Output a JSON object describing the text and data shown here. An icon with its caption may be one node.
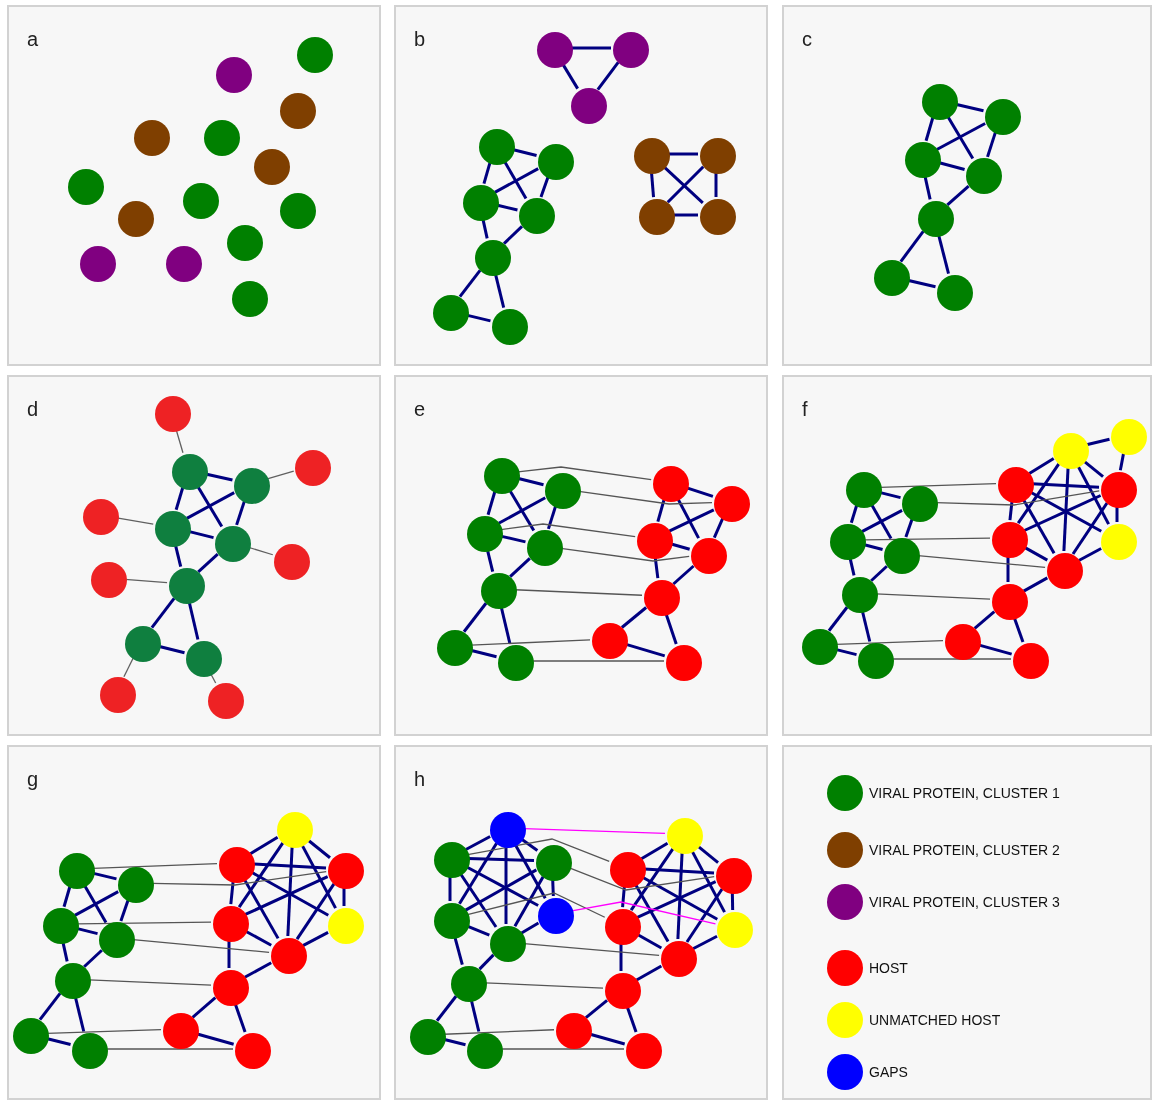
{
  "diagram": {
    "nodes": [
      {
        "text": [
          "a"
        ]
      },
      {
        "text": [],
        "shape": "circle",
        "in": 0
      },
      {
        "text": [],
        "shape": "circle",
        "in": 0
      },
      {
        "text": [],
        "shape": "circle",
        "in": 0
      },
      {
        "text": [],
        "shape": "circle",
        "in": 0
      },
      {
        "text": [],
        "shape": "circle",
        "in": 0
      },
      {
        "text": [],
        "shape": "circle",
        "in": 0
      },
      {
        "text": [],
        "shape": "circle",
        "in": 0
      },
      {
        "text": [],
        "shape": "circle",
        "in": 0
      },
      {
        "text": [],
        "shape": "circle",
        "in": 0
      },
      {
        "text": [],
        "shape": "circle",
        "in": 0
      },
      {
        "text": [],
        "shape": "circle",
        "in": 0
      },
      {
        "text": [],
        "shape": "circle",
        "in": 0
      },
      {
        "text": [],
        "shape": "circle",
        "in": 0
      },
      {
        "text": [],
        "shape": "circle",
        "in": 0
      },
      {
        "text": [
          "b"
        ]
      },
      {
        "text": [],
        "shape": "circle",
        "in": 15
      },
      {
        "text": [],
        "shape": "circle",
        "in": 15
      },
      {
        "text": [],
        "shape": "circle",
        "in": 15
      },
      {
        "text": [],
        "shape": "circle",
        "in": 15
      },
      {
        "text": [],
        "shape": "circle",
        "in": 15
      },
      {
        "text": [],
        "shape": "circle",
        "in": 15
      },
      {
        "text": [],
        "shape": "circle",
        "in": 15
      },
      {
        "text": [],
        "shape": "circle",
        "in": 15
      },
      {
        "text": [],
        "shape": "circle",
        "in": 15
      },
      {
        "text": [],
        "shape": "circle",
        "in": 15
      },
      {
        "text": [],
        "shape": "circle",
        "in": 15
      },
      {
        "text": [],
        "shape": "circle",
        "in": 15
      },
      {
        "text": [],
        "shape": "circle",
        "in": 15
      },
      {
        "text": [],
        "shape": "circle",
        "in": 15
      },
      {
        "text": [
          "c"
        ]
      },
      {
        "text": [],
        "shape": "circle",
        "in": 30
      },
      {
        "text": [],
        "shape": "circle",
        "in": 30
      },
      {
        "text": [],
        "shape": "circle",
        "in": 30
      },
      {
        "text": [],
        "shape": "circle",
        "in": 30
      },
      {
        "text": [],
        "shape": "circle",
        "in": 30
      },
      {
        "text": [],
        "shape": "circle",
        "in": 30
      },
      {
        "text": [],
        "shape": "circle",
        "in": 30
      },
      {
        "text": [
          "d"
        ]
      },
      {
        "text": [],
        "shape": "circle",
        "in": 38
      },
      {
        "text": [],
        "shape": "circle",
        "in": 38
      },
      {
        "text": [],
        "shape": "circle",
        "in": 38
      },
      {
        "text": [],
        "shape": "circle",
        "in": 38
      },
      {
        "text": [],
        "shape": "circle",
        "in": 38
      },
      {
        "text": [],
        "shape": "circle",
        "in": 38
      },
      {
        "text": [],
        "shape": "circle",
        "in": 38
      },
      {
        "text": [],
        "shape": "circle",
        "in": 38
      },
      {
        "text": [],
        "shape": "circle",
        "in": 38
      },
      {
        "text": [],
        "shape": "circle",
        "in": 38
      },
      {
        "text": [],
        "shape": "circle",
        "in": 38
      },
      {
        "text": [],
        "shape": "circle",
        "in": 38
      },
      {
        "text": [],
        "shape": "circle",
        "in": 38
      },
      {
        "text": [],
        "shape": "circle",
        "in": 38
      },
      {
        "text": [
          "e"
        ]
      },
      {
        "text": [],
        "shape": "circle",
        "in": 53
      },
      {
        "text": [],
        "shape": "circle",
        "in": 53
      },
      {
        "text": [],
        "shape": "circle",
        "in": 53
      },
      {
        "text": [],
        "shape": "circle",
        "in": 53
      },
      {
        "text": [],
        "shape": "circle",
        "in": 53
      },
      {
        "text": [],
        "shape": "circle",
        "in": 53
      },
      {
        "text": [],
        "shape": "circle",
        "in": 53
      },
      {
        "text": [],
        "shape": "circle",
        "in": 53
      },
      {
        "text": [],
        "shape": "circle",
        "in": 53
      },
      {
        "text": [],
        "shape": "circle",
        "in": 53
      },
      {
        "text": [],
        "shape": "circle",
        "in": 53
      },
      {
        "text": [],
        "shape": "circle",
        "in": 53
      },
      {
        "text": [],
        "shape": "circle",
        "in": 53
      },
      {
        "text": [],
        "shape": "circle",
        "in": 53
      },
      {
        "text": [
          "f"
        ]
      },
      {
        "text": [],
        "shape": "circle",
        "in": 68
      },
      {
        "text": [],
        "shape": "circle",
        "in": 68
      },
      {
        "text": [],
        "shape": "circle",
        "in": 68
      },
      {
        "text": [],
        "shape": "circle",
        "in": 68
      },
      {
        "text": [],
        "shape": "circle",
        "in": 68
      },
      {
        "text": [],
        "shape": "circle",
        "in": 68
      },
      {
        "text": [],
        "shape": "circle",
        "in": 68
      },
      {
        "text": [],
        "shape": "circle",
        "in": 68
      },
      {
        "text": [],
        "shape": "circle",
        "in": 68
      },
      {
        "text": [],
        "shape": "circle",
        "in": 68
      },
      {
        "text": [],
        "shape": "circle",
        "in": 68
      },
      {
        "text": [],
        "shape": "circle",
        "in": 68
      },
      {
        "text": [],
        "shape": "circle",
        "in": 68
      },
      {
        "text": [],
        "shape": "circle",
        "in": 68
      },
      {
        "text": [],
        "shape": "circle",
        "in": 68
      },
      {
        "text": [],
        "shape": "circle",
        "in": 68
      },
      {
        "text": [],
        "shape": "circle",
        "in": 68
      },
      {
        "text": [
          "g"
        ]
      },
      {
        "text": [],
        "shape": "circle",
        "in": 86
      },
      {
        "text": [],
        "shape": "circle",
        "in": 86
      },
      {
        "text": [],
        "shape": "circle",
        "in": 86
      },
      {
        "text": [],
        "shape": "circle",
        "in": 86
      },
      {
        "text": [],
        "shape": "circle",
        "in": 86
      },
      {
        "text": [],
        "shape": "circle",
        "in": 86
      },
      {
        "text": [],
        "shape": "circle",
        "in": 86
      },
      {
        "text": [],
        "shape": "circle",
        "in": 86
      },
      {
        "text": [],
        "shape": "circle",
        "in": 86
      },
      {
        "text": [],
        "shape": "circle",
        "in": 86
      },
      {
        "text": [],
        "shape": "circle",
        "in": 86
      },
      {
        "text": [],
        "shape": "circle",
        "in": 86
      },
      {
        "text": [],
        "shape": "circle",
        "in": 86
      },
      {
        "text": [],
        "shape": "circle",
        "in": 86
      },
      {
        "text": [],
        "shape": "circle",
        "in": 86
      },
      {
        "text": [],
        "shape": "circle",
        "in": 86
      },
      {
        "text": [
          "h"
        ]
      },
      {
        "text": [],
        "shape": "circle",
        "in": 103
      },
      {
        "text": [],
        "shape": "circle",
        "in": 103
      },
      {
        "text": [],
        "shape": "circle",
        "in": 103
      },
      {
        "text": [],
        "shape": "circle",
        "in": 103
      },
      {
        "text": [],
        "shape": "circle",
        "in": 103
      },
      {
        "text": [],
        "shape": "circle",
        "in": 103
      },
      {
        "text": [],
        "shape": "circle",
        "in": 103
      },
      {
        "text": [],
        "shape": "circle",
        "in": 103
      },
      {
        "text": [],
        "shape": "circle",
        "in": 103
      },
      {
        "text": [],
        "shape": "circle",
        "in": 103
      },
      {
        "text": [],
        "shape": "circle",
        "in": 103
      },
      {
        "text": [],
        "shape": "circle",
        "in": 103
      },
      {
        "text": [],
        "shape": "circle",
        "in": 103
      },
      {
        "text": [],
        "shape": "circle",
        "in": 103
      },
      {
        "text": [],
        "shape": "circle",
        "in": 103
      },
      {
        "text": [],
        "shape": "circle",
        "in": 103
      },
      {
        "text": [],
        "shape": "circle",
        "in": 103
      },
      {
        "text": [],
        "shape": "circle",
        "in": 103
      }
    ],
    "edges": [
      {
        "from": 16,
        "to": 17,
        "arrow": "none"
      },
      {
        "from": 16,
        "to": 18,
        "arrow": "none"
      },
      {
        "from": 17,
        "to": 18,
        "arrow": "none"
      },
      {
        "from": 19,
        "to": 20,
        "arrow": "none"
      },
      {
        "from": 19,
        "to": 21,
        "arrow": "none"
      },
      {
        "from": 19,
        "to": 22,
        "arrow": "none"
      },
      {
        "from": 20,
        "to": 21,
        "arrow": "none"
      },
      {
        "from": 20,
        "to": 22,
        "arrow": "none"
      },
      {
        "from": 21,
        "to": 22,
        "arrow": "none"
      },
      {
        "from": 21,
        "to": 23,
        "arrow": "none"
      },
      {
        "from": 22,
        "to": 23,
        "arrow": "none"
      },
      {
        "from": 23,
        "to": 24,
        "arrow": "none"
      },
      {
        "from": 23,
        "to": 25,
        "arrow": "none"
      },
      {
        "from": 24,
        "to": 25,
        "arrow": "none"
      },
      {
        "from": 26,
        "to": 27,
        "arrow": "none"
      },
      {
        "from": 26,
        "to": 28,
        "arrow": "none"
      },
      {
        "from": 26,
        "to": 29,
        "arrow": "none"
      },
      {
        "from": 27,
        "to": 28,
        "arrow": "none"
      },
      {
        "from": 27,
        "to": 29,
        "arrow": "none"
      },
      {
        "from": 28,
        "to": 29,
        "arrow": "none"
      },
      {
        "from": 31,
        "to": 32,
        "arrow": "none"
      },
      {
        "from": 31,
        "to": 33,
        "arrow": "none"
      },
      {
        "from": 31,
        "to": 34,
        "arrow": "none"
      },
      {
        "from": 32,
        "to": 33,
        "arrow": "none"
      },
      {
        "from": 32,
        "to": 34,
        "arrow": "none"
      },
      {
        "from": 33,
        "to": 34,
        "arrow": "none"
      },
      {
        "from": 33,
        "to": 35,
        "arrow": "none"
      },
      {
        "from": 34,
        "to": 35,
        "arrow": "none"
      },
      {
        "from": 35,
        "to": 36,
        "arrow": "none"
      },
      {
        "from": 35,
        "to": 37,
        "arrow": "none"
      },
      {
        "from": 36,
        "to": 37,
        "arrow": "none"
      },
      {
        "from": 41,
        "to": 42,
        "arrow": "none"
      },
      {
        "from": 41,
        "to": 44,
        "arrow": "none"
      },
      {
        "from": 41,
        "to": 45,
        "arrow": "none"
      },
      {
        "from": 42,
        "to": 44,
        "arrow": "none"
      },
      {
        "from": 42,
        "to": 45,
        "arrow": "none"
      },
      {
        "from": 44,
        "to": 45,
        "arrow": "none"
      },
      {
        "from": 44,
        "to": 48,
        "arrow": "none"
      },
      {
        "from": 45,
        "to": 48,
        "arrow": "none"
      },
      {
        "from": 48,
        "to": 49,
        "arrow": "none"
      },
      {
        "from": 48,
        "to": 50,
        "arrow": "none"
      },
      {
        "from": 49,
        "to": 50,
        "arrow": "none"
      },
      {
        "from": 39,
        "to": 41,
        "arrow": "none",
        "color": "#606060"
      },
      {
        "from": 40,
        "to": 42,
        "arrow": "none",
        "color": "#606060"
      },
      {
        "from": 43,
        "to": 44,
        "arrow": "none",
        "color": "#606060"
      },
      {
        "from": 46,
        "to": 45,
        "arrow": "none",
        "color": "#606060"
      },
      {
        "from": 47,
        "to": 48,
        "arrow": "none",
        "color": "#606060"
      },
      {
        "from": 51,
        "to": 49,
        "arrow": "none",
        "color": "#606060"
      },
      {
        "from": 52,
        "to": 50,
        "arrow": "none",
        "color": "#606060"
      },
      {
        "from": 54,
        "to": 55,
        "arrow": "none"
      },
      {
        "from": 54,
        "to": 56,
        "arrow": "none"
      },
      {
        "from": 54,
        "to": 57,
        "arrow": "none"
      },
      {
        "from": 55,
        "to": 56,
        "arrow": "none"
      },
      {
        "from": 55,
        "to": 57,
        "arrow": "none"
      },
      {
        "from": 56,
        "to": 57,
        "arrow": "none"
      },
      {
        "from": 56,
        "to": 58,
        "arrow": "none"
      },
      {
        "from": 57,
        "to": 58,
        "arrow": "none"
      },
      {
        "from": 58,
        "to": 59,
        "arrow": "none"
      },
      {
        "from": 58,
        "to": 60,
        "arrow": "none"
      },
      {
        "from": 59,
        "to": 60,
        "arrow": "none"
      },
      {
        "from": 61,
        "to": 62,
        "arrow": "none"
      },
      {
        "from": 61,
        "to": 63,
        "arrow": "none"
      },
      {
        "from": 61,
        "to": 64,
        "arrow": "none"
      },
      {
        "from": 62,
        "to": 63,
        "arrow": "none"
      },
      {
        "from": 62,
        "to": 64,
        "arrow": "none"
      },
      {
        "from": 63,
        "to": 64,
        "arrow": "none"
      },
      {
        "from": 63,
        "to": 65,
        "arrow": "none"
      },
      {
        "from": 64,
        "to": 65,
        "arrow": "none"
      },
      {
        "from": 65,
        "to": 66,
        "arrow": "none"
      },
      {
        "from": 65,
        "to": 67,
        "arrow": "none"
      },
      {
        "from": 66,
        "to": 67,
        "arrow": "none"
      },
      {
        "from": 54,
        "to": 61,
        "arrow": "none",
        "color": "#555555"
      },
      {
        "from": 55,
        "to": 62,
        "arrow": "none",
        "color": "#555555"
      },
      {
        "from": 56,
        "to": 63,
        "arrow": "none",
        "color": "#555555"
      },
      {
        "from": 57,
        "to": 64,
        "arrow": "none",
        "color": "#555555"
      },
      {
        "from": 58,
        "to": 65,
        "arrow": "none",
        "color": "#555555"
      },
      {
        "from": 59,
        "to": 66,
        "arrow": "none",
        "color": "#555555"
      },
      {
        "from": 60,
        "to": 67,
        "arrow": "none",
        "color": "#555555"
      },
      {
        "from": 69,
        "to": 70,
        "arrow": "none"
      },
      {
        "from": 69,
        "to": 71,
        "arrow": "none"
      },
      {
        "from": 69,
        "to": 72,
        "arrow": "none"
      },
      {
        "from": 70,
        "to": 71,
        "arrow": "none"
      },
      {
        "from": 70,
        "to": 72,
        "arrow": "none"
      },
      {
        "from": 71,
        "to": 72,
        "arrow": "none"
      },
      {
        "from": 71,
        "to": 73,
        "arrow": "none"
      },
      {
        "from": 72,
        "to": 73,
        "arrow": "none"
      },
      {
        "from": 73,
        "to": 74,
        "arrow": "none"
      },
      {
        "from": 73,
        "to": 75,
        "arrow": "none"
      },
      {
        "from": 74,
        "to": 75,
        "arrow": "none"
      },
      {
        "from": 76,
        "to": 77,
        "arrow": "none"
      },
      {
        "from": 76,
        "to": 78,
        "arrow": "none"
      },
      {
        "from": 76,
        "to": 79,
        "arrow": "none"
      },
      {
        "from": 77,
        "to": 78,
        "arrow": "none"
      },
      {
        "from": 77,
        "to": 79,
        "arrow": "none"
      },
      {
        "from": 78,
        "to": 79,
        "arrow": "none"
      },
      {
        "from": 78,
        "to": 80,
        "arrow": "none"
      },
      {
        "from": 79,
        "to": 80,
        "arrow": "none"
      },
      {
        "from": 80,
        "to": 81,
        "arrow": "none"
      },
      {
        "from": 80,
        "to": 82,
        "arrow": "none"
      },
      {
        "from": 81,
        "to": 82,
        "arrow": "none"
      },
      {
        "from": 83,
        "to": 76,
        "arrow": "none"
      },
      {
        "from": 83,
        "to": 77,
        "arrow": "none"
      },
      {
        "from": 83,
        "to": 78,
        "arrow": "none"
      },
      {
        "from": 83,
        "to": 79,
        "arrow": "none"
      },
      {
        "from": 83,
        "to": 85,
        "arrow": "none"
      },
      {
        "from": 83,
        "to": 84,
        "arrow": "none"
      },
      {
        "from": 84,
        "to": 77,
        "arrow": "none"
      },
      {
        "from": 85,
        "to": 76,
        "arrow": "none"
      },
      {
        "from": 85,
        "to": 77,
        "arrow": "none"
      },
      {
        "from": 85,
        "to": 79,
        "arrow": "none"
      },
      {
        "from": 69,
        "to": 76,
        "arrow": "none",
        "color": "#555555"
      },
      {
        "from": 70,
        "to": 77,
        "arrow": "none",
        "color": "#555555"
      },
      {
        "from": 71,
        "to": 78,
        "arrow": "none",
        "color": "#555555"
      },
      {
        "from": 72,
        "to": 79,
        "arrow": "none",
        "color": "#555555"
      },
      {
        "from": 73,
        "to": 80,
        "arrow": "none",
        "color": "#555555"
      },
      {
        "from": 74,
        "to": 81,
        "arrow": "none",
        "color": "#555555"
      },
      {
        "from": 75,
        "to": 82,
        "arrow": "none",
        "color": "#555555"
      },
      {
        "from": 87,
        "to": 88,
        "arrow": "none"
      },
      {
        "from": 87,
        "to": 89,
        "arrow": "none"
      },
      {
        "from": 87,
        "to": 90,
        "arrow": "none"
      },
      {
        "from": 88,
        "to": 89,
        "arrow": "none"
      },
      {
        "from": 88,
        "to": 90,
        "arrow": "none"
      },
      {
        "from": 89,
        "to": 90,
        "arrow": "none"
      },
      {
        "from": 89,
        "to": 91,
        "arrow": "none"
      },
      {
        "from": 90,
        "to": 91,
        "arrow": "none"
      },
      {
        "from": 91,
        "to": 92,
        "arrow": "none"
      },
      {
        "from": 91,
        "to": 93,
        "arrow": "none"
      },
      {
        "from": 92,
        "to": 93,
        "arrow": "none"
      },
      {
        "from": 94,
        "to": 95,
        "arrow": "none"
      },
      {
        "from": 94,
        "to": 96,
        "arrow": "none"
      },
      {
        "from": 94,
        "to": 97,
        "arrow": "none"
      },
      {
        "from": 95,
        "to": 96,
        "arrow": "none"
      },
      {
        "from": 95,
        "to": 97,
        "arrow": "none"
      },
      {
        "from": 96,
        "to": 97,
        "arrow": "none"
      },
      {
        "from": 96,
        "to": 98,
        "arrow": "none"
      },
      {
        "from": 97,
        "to": 98,
        "arrow": "none"
      },
      {
        "from": 98,
        "to": 99,
        "arrow": "none"
      },
      {
        "from": 98,
        "to": 100,
        "arrow": "none"
      },
      {
        "from": 99,
        "to": 100,
        "arrow": "none"
      },
      {
        "from": 101,
        "to": 94,
        "arrow": "none"
      },
      {
        "from": 101,
        "to": 95,
        "arrow": "none"
      },
      {
        "from": 101,
        "to": 96,
        "arrow": "none"
      },
      {
        "from": 101,
        "to": 97,
        "arrow": "none"
      },
      {
        "from": 101,
        "to": 102,
        "arrow": "none"
      },
      {
        "from": 102,
        "to": 94,
        "arrow": "none"
      },
      {
        "from": 102,
        "to": 95,
        "arrow": "none"
      },
      {
        "from": 102,
        "to": 97,
        "arrow": "none"
      },
      {
        "from": 87,
        "to": 94,
        "arrow": "none",
        "color": "#555555"
      },
      {
        "from": 88,
        "to": 95,
        "arrow": "none",
        "color": "#555555"
      },
      {
        "from": 89,
        "to": 96,
        "arrow": "none",
        "color": "#555555"
      },
      {
        "from": 90,
        "to": 97,
        "arrow": "none",
        "color": "#555555"
      },
      {
        "from": 91,
        "to": 98,
        "arrow": "none",
        "color": "#555555"
      },
      {
        "from": 92,
        "to": 99,
        "arrow": "none",
        "color": "#555555"
      },
      {
        "from": 93,
        "to": 100,
        "arrow": "none",
        "color": "#555555"
      },
      {
        "from": 104,
        "to": 106,
        "arrow": "none"
      },
      {
        "from": 104,
        "to": 107,
        "arrow": "none"
      },
      {
        "from": 104,
        "to": 108,
        "arrow": "none"
      },
      {
        "from": 104,
        "to": 109,
        "arrow": "none"
      },
      {
        "from": 104,
        "to": 105,
        "arrow": "none"
      },
      {
        "from": 106,
        "to": 107,
        "arrow": "none"
      },
      {
        "from": 106,
        "to": 108,
        "arrow": "none"
      },
      {
        "from": 106,
        "to": 109,
        "arrow": "none"
      },
      {
        "from": 106,
        "to": 105,
        "arrow": "none"
      },
      {
        "from": 107,
        "to": 108,
        "arrow": "none"
      },
      {
        "from": 107,
        "to": 109,
        "arrow": "none"
      },
      {
        "from": 107,
        "to": 105,
        "arrow": "none"
      },
      {
        "from": 108,
        "to": 109,
        "arrow": "none"
      },
      {
        "from": 109,
        "to": 105,
        "arrow": "none"
      },
      {
        "from": 108,
        "to": 110,
        "arrow": "none"
      },
      {
        "from": 109,
        "to": 110,
        "arrow": "none"
      },
      {
        "from": 110,
        "to": 111,
        "arrow": "none"
      },
      {
        "from": 110,
        "to": 112,
        "arrow": "none"
      },
      {
        "from": 111,
        "to": 112,
        "arrow": "none"
      },
      {
        "from": 120,
        "to": 113,
        "arrow": "none"
      },
      {
        "from": 120,
        "to": 114,
        "arrow": "none"
      },
      {
        "from": 120,
        "to": 115,
        "arrow": "none"
      },
      {
        "from": 120,
        "to": 116,
        "arrow": "none"
      },
      {
        "from": 120,
        "to": 121,
        "arrow": "none"
      },
      {
        "from": 113,
        "to": 114,
        "arrow": "none"
      },
      {
        "from": 113,
        "to": 115,
        "arrow": "none"
      },
      {
        "from": 113,
        "to": 116,
        "arrow": "none"
      },
      {
        "from": 113,
        "to": 121,
        "arrow": "none"
      },
      {
        "from": 114,
        "to": 115,
        "arrow": "none"
      },
      {
        "from": 114,
        "to": 116,
        "arrow": "none"
      },
      {
        "from": 114,
        "to": 121,
        "arrow": "none"
      },
      {
        "from": 115,
        "to": 116,
        "arrow": "none"
      },
      {
        "from": 116,
        "to": 121,
        "arrow": "none"
      },
      {
        "from": 115,
        "to": 117,
        "arrow": "none"
      },
      {
        "from": 116,
        "to": 117,
        "arrow": "none"
      },
      {
        "from": 117,
        "to": 118,
        "arrow": "none"
      },
      {
        "from": 117,
        "to": 119,
        "arrow": "none"
      },
      {
        "from": 118,
        "to": 119,
        "arrow": "none"
      },
      {
        "from": 106,
        "to": 113,
        "arrow": "none",
        "color": "#555555"
      },
      {
        "from": 107,
        "to": 114,
        "arrow": "none",
        "color": "#555555"
      },
      {
        "from": 108,
        "to": 115,
        "arrow": "none",
        "color": "#555555"
      },
      {
        "from": 109,
        "to": 116,
        "arrow": "none",
        "color": "#555555"
      },
      {
        "from": 110,
        "to": 117,
        "arrow": "none",
        "color": "#555555"
      },
      {
        "from": 111,
        "to": 118,
        "arrow": "none",
        "color": "#555555"
      },
      {
        "from": 112,
        "to": 119,
        "arrow": "none",
        "color": "#555555"
      },
      {
        "from": 104,
        "to": 120,
        "arrow": "none",
        "color": "#ff00ff"
      },
      {
        "from": 105,
        "to": 121,
        "arrow": "none",
        "color": "#ff00ff"
      }
    ],
    "legend": [
      {
        "text": "VIRAL PROTEIN, CLUSTER 1",
        "color": "#008000"
      },
      {
        "text": "VIRAL PROTEIN, CLUSTER 2",
        "color": "#7f3f00"
      },
      {
        "text": "VIRAL PROTEIN, CLUSTER 3",
        "color": "#800080"
      },
      {
        "text": "HOST",
        "color": "#ff0000"
      },
      {
        "text": "UNMATCHED HOST",
        "color": "#ffff00"
      },
      {
        "text": "GAPS",
        "color": "#0000ff"
      }
    ]
  }
}
